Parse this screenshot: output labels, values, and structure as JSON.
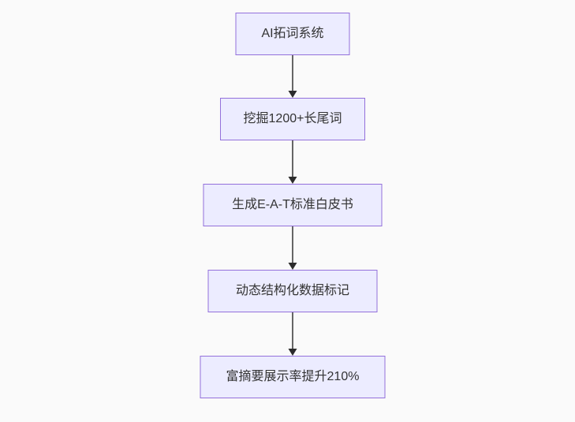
{
  "diagram": {
    "type": "flowchart",
    "direction": "top-down",
    "nodes": [
      {
        "id": "step1",
        "label": "AI拓词系统"
      },
      {
        "id": "step2",
        "label": "挖掘1200+长尾词"
      },
      {
        "id": "step3",
        "label": "生成E-A-T标准白皮书"
      },
      {
        "id": "step4",
        "label": "动态结构化数据标记"
      },
      {
        "id": "step5",
        "label": "富摘要展示率提升210%"
      }
    ],
    "edges": [
      {
        "from": "step1",
        "to": "step2"
      },
      {
        "from": "step2",
        "to": "step3"
      },
      {
        "from": "step3",
        "to": "step4"
      },
      {
        "from": "step4",
        "to": "step5"
      }
    ],
    "colors": {
      "background": "#fafafa",
      "node_fill": "#ECECFF",
      "node_border": "#9370DB",
      "node_text": "#333333",
      "edge_line": "#565656",
      "arrowhead": "#2b2b2b"
    }
  }
}
